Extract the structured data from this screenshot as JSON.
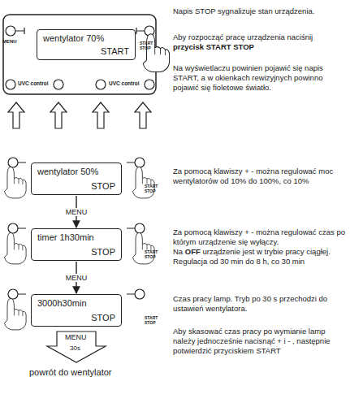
{
  "diagram": {
    "nodes": [
      {
        "text": [
          "wentylator 70%",
          "START"
        ]
      },
      {
        "text": [
          "wentylator 50%",
          "STOP"
        ]
      },
      {
        "text": [
          "timer 1h30min",
          "STOP"
        ]
      },
      {
        "text": [
          "3000h30min",
          "STOP"
        ]
      }
    ],
    "edges": [
      {
        "from": 1,
        "to": 2,
        "label": "MENU",
        "arrow": "to"
      },
      {
        "from": 2,
        "to": 3,
        "label": "MENU",
        "arrow": "to"
      }
    ],
    "labels": [
      "MENU",
      "START STOP",
      "UVC control",
      "UVC control",
      "Napis STOP sygnalizuje stan urządzenia.",
      "Aby rozpocząć pracę urządzenia naciśnij",
      "przycisk START STOP",
      "Na wyświetlaczu powinien pojawić się napis START, a w okienkach rewizyjnych powinno pojawić się fioletowe światło.",
      "START STOP",
      "Za pomocą klawiszy + - można regulować moc wentylatorów od 10% do 100%, co 10%",
      "START STOP",
      "Za pomocą klawiszy + - można regulować czas po którym urządzenie się wyłączy. Na",
      "OFF",
      "urządzenie jest w trybie pracy ciągłej.",
      "Regulacja od 30 min do 8 h, co 30 min",
      "START STOP",
      "Czas pracy lamp. Tryb po 30 s przechodzi do ustawień wentylatora.",
      "Aby skasować czas pracy po wymianie lamp należy jednocześnie nacisnąć + i - , następnie potwierdzić przyciskiem START",
      "MENU",
      "30s",
      "powrót do wentylator"
    ]
  }
}
